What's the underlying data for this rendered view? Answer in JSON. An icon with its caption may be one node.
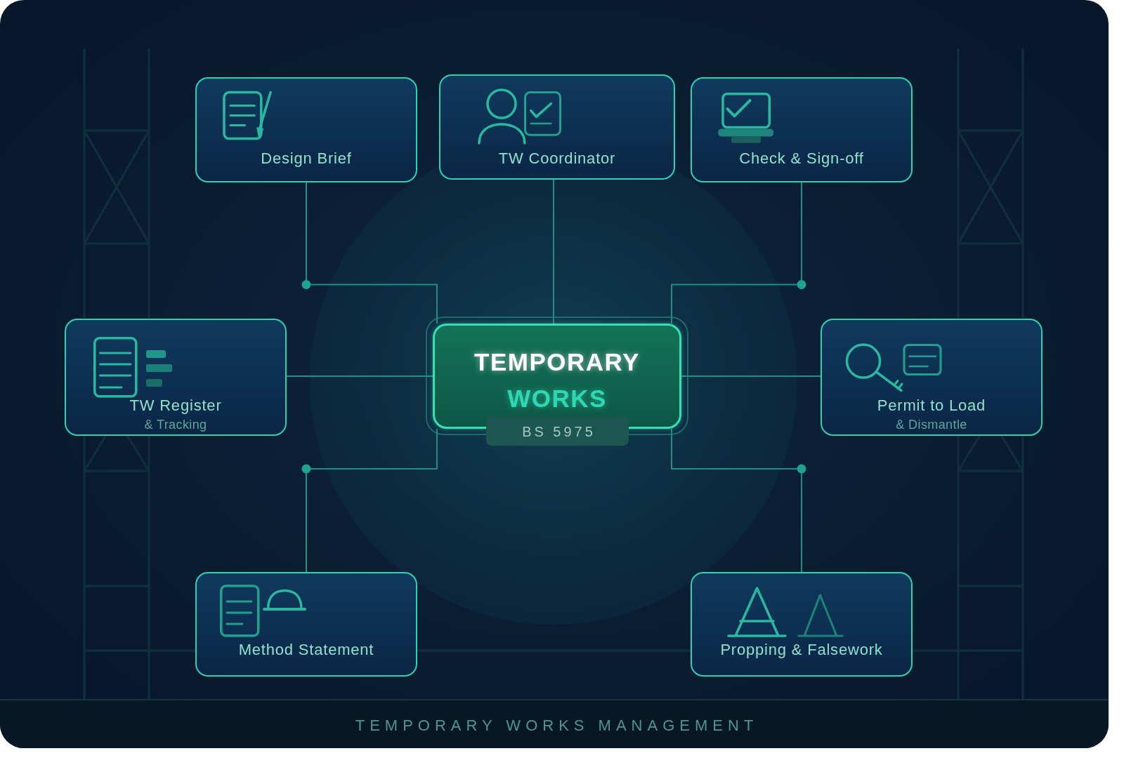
{
  "diagram": {
    "nodes": [
      {
        "text": [
          "Design Brief"
        ]
      },
      {
        "text": [
          "TW Coordinator"
        ]
      },
      {
        "text": [
          "Check & Sign-off"
        ]
      },
      {
        "text": [
          "TW Register",
          "& Tracking"
        ]
      },
      {
        "text": [
          "TEMPORARY",
          "WORKS"
        ]
      },
      {
        "text": [
          "BS 5975"
        ]
      },
      {
        "text": [
          "Permit to Load",
          "& Dismantle"
        ]
      },
      {
        "text": [
          "Method Statement"
        ]
      },
      {
        "text": [
          "Propping & Falsework"
        ]
      }
    ],
    "edges": [
      {
        "from": 0,
        "to": 4,
        "arrow": "none"
      },
      {
        "from": 1,
        "to": 4,
        "arrow": "none"
      },
      {
        "from": 2,
        "to": 4,
        "arrow": "none"
      },
      {
        "from": 3,
        "to": 4,
        "arrow": "none"
      },
      {
        "from": 6,
        "to": 4,
        "arrow": "none"
      },
      {
        "from": 7,
        "to": 4,
        "arrow": "none"
      },
      {
        "from": 8,
        "to": 4,
        "arrow": "none"
      }
    ],
    "labels": [
      "TEMPORARY WORKS MANAGEMENT"
    ]
  }
}
